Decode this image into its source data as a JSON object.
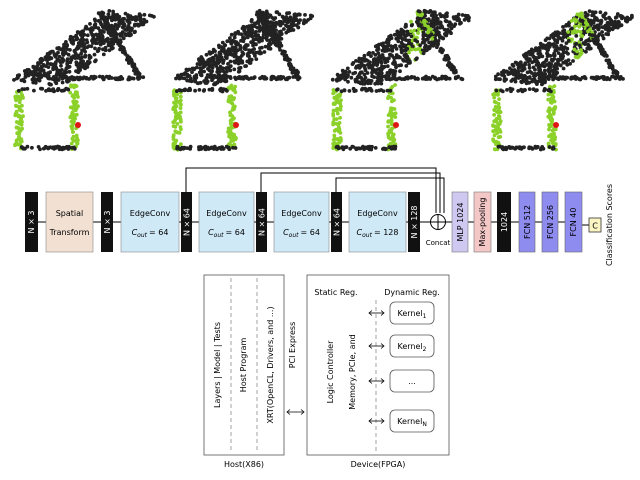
{
  "pipeline": {
    "input_label": "N × 3",
    "spatial_transform": [
      "Spatial",
      "Transform"
    ],
    "after_transform_label": "N × 3",
    "edgeconv_blocks": [
      {
        "title": "EdgeConv",
        "cout_label": "C",
        "cout_sub": "out",
        "cout_value": "= 64",
        "out_label": "N × 64"
      },
      {
        "title": "EdgeConv",
        "cout_label": "C",
        "cout_sub": "out",
        "cout_value": "= 64",
        "out_label": "N × 64"
      },
      {
        "title": "EdgeConv",
        "cout_label": "C",
        "cout_sub": "out",
        "cout_value": "= 64",
        "out_label": "N × 64"
      },
      {
        "title": "EdgeConv",
        "cout_label": "C",
        "cout_sub": "out",
        "cout_value": "= 128",
        "out_label": "N × 128"
      }
    ],
    "concat_label": "Concat",
    "mlp_label": "MLP 1024",
    "maxpool_label": "Max-pooling",
    "pooled_label": "1024",
    "fcn_labels": [
      "FCN 512",
      "FCN 256",
      "FCN 40"
    ],
    "class_box": "C",
    "scores_label": "Classification Scores",
    "colors": {
      "spatial": "#f2e0d2",
      "edgeconv": "#cfe9f7",
      "mlp": "#cfc8f0",
      "maxpool": "#f4c7c7",
      "fcn": "#8f8cf0",
      "class": "#fbf5c4",
      "tensor": "#111111"
    }
  },
  "system": {
    "host_layers": "Layers | Model | Tests",
    "host_program": "Host Program",
    "host_xrt": "XRT(OpenCL, Drivers, and ...)",
    "host_caption": "Host(X86)",
    "pci": "PCI Express",
    "static_reg": "Static Reg.",
    "dynamic_reg": "Dynamic Reg.",
    "logic_controller": "Logic Controller",
    "memory_pcie": "Memory, PCIe, and",
    "kernels": [
      {
        "name": "Kernel",
        "sub": "1"
      },
      {
        "name": "Kernel",
        "sub": "2"
      },
      {
        "name": "...",
        "sub": ""
      },
      {
        "name": "Kernel",
        "sub": "N"
      }
    ],
    "device_caption": "Device(FPGA)"
  },
  "point_clouds": [
    {
      "name": "cloud-1"
    },
    {
      "name": "cloud-2"
    },
    {
      "name": "cloud-3"
    },
    {
      "name": "cloud-4"
    }
  ],
  "point_colors": {
    "black": "#222222",
    "green": "#8bd12a",
    "red": "#e01515"
  }
}
